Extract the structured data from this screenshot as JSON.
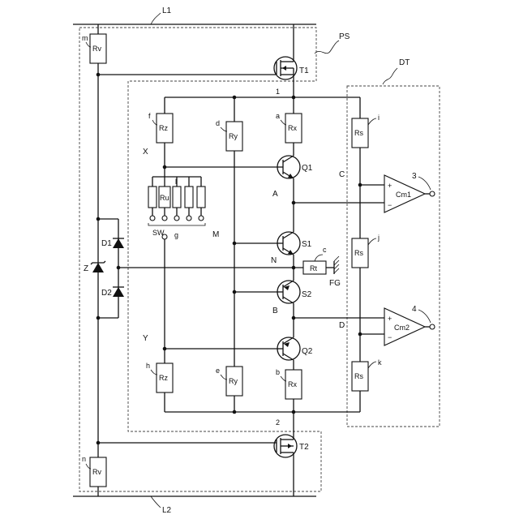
{
  "lines": {
    "top": "L1",
    "bottom": "L2"
  },
  "blocks": {
    "ps": "PS",
    "dt": "DT"
  },
  "nodes": {
    "n1": "1",
    "n2": "2",
    "X": "X",
    "Y": "Y",
    "A": "A",
    "B": "B",
    "C": "C",
    "D": "D",
    "M": "M",
    "N": "N",
    "FG": "FG"
  },
  "outputs": {
    "o3": "3",
    "o4": "4"
  },
  "transistors": {
    "T1": "T1",
    "T2": "T2",
    "Q1": "Q1",
    "Q2": "Q2",
    "S1": "S1",
    "S2": "S2"
  },
  "diodes": {
    "D1": "D1",
    "D2": "D2",
    "Z": "Z"
  },
  "comparators": {
    "cm1": "Cm1",
    "cm2": "Cm2",
    "plus": "+",
    "minus": "−"
  },
  "resistors": {
    "rv_top": {
      "name": "Rv",
      "tag": "m"
    },
    "rv_bot": {
      "name": "Rv",
      "tag": "n"
    },
    "rz_top": {
      "name": "Rz",
      "tag": "f"
    },
    "rz_bot": {
      "name": "Rz",
      "tag": "h"
    },
    "ry_top": {
      "name": "Ry",
      "tag": "d"
    },
    "ry_bot": {
      "name": "Ry",
      "tag": "e"
    },
    "rx_top": {
      "name": "Rx",
      "tag": "a"
    },
    "rx_bot": {
      "name": "Rx",
      "tag": "b"
    },
    "rs_top": {
      "name": "Rs",
      "tag": "i"
    },
    "rs_mid": {
      "name": "Rs",
      "tag": "j"
    },
    "rs_bot": {
      "name": "Rs",
      "tag": "k"
    },
    "rt": {
      "name": "Rt",
      "tag": "c"
    },
    "ru": {
      "name": "Ru",
      "tag": "l"
    }
  },
  "switch": {
    "name": "SW",
    "tag": "g"
  }
}
